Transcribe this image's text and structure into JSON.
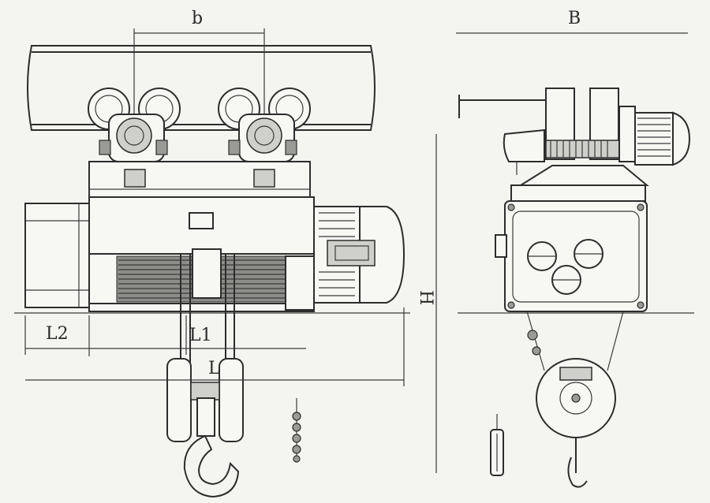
{
  "dimensions": {
    "b": "b",
    "B": "B",
    "L2": "L2",
    "L1": "L1",
    "L": "L",
    "H": "H"
  }
}
